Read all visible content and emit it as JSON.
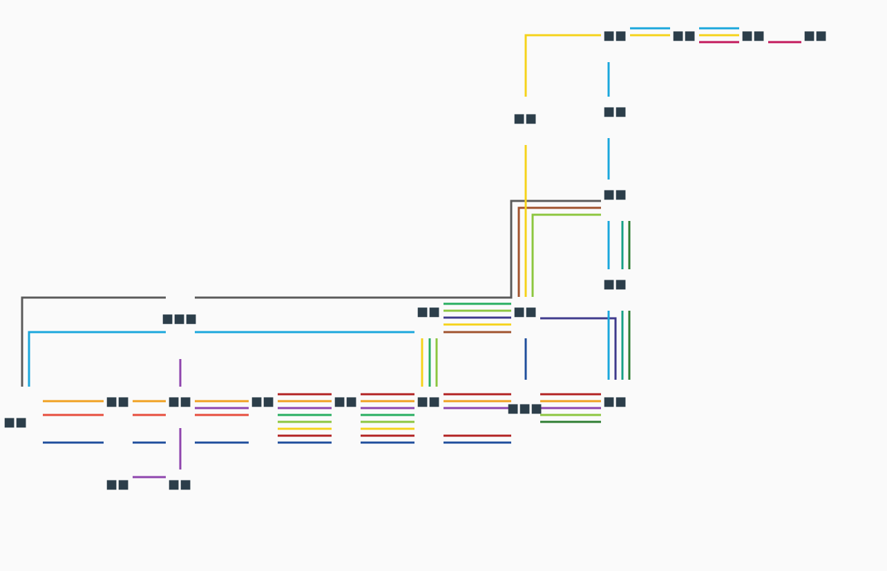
{
  "diagram": {
    "type": "transit-map",
    "background": "#fafafa",
    "label_color": "#2c3e4a",
    "station_glyph": "■",
    "lines": [
      {
        "id": "orange",
        "color": "#f0a020"
      },
      {
        "id": "red",
        "color": "#e74c3c"
      },
      {
        "id": "dark-blue",
        "color": "#1f4e9c"
      },
      {
        "id": "purple",
        "color": "#8e44ad"
      },
      {
        "id": "dark-red",
        "color": "#b22222"
      },
      {
        "id": "green",
        "color": "#27ae60"
      },
      {
        "id": "lime",
        "color": "#8cc63f"
      },
      {
        "id": "yellow",
        "color": "#f5d31a"
      },
      {
        "id": "cyan",
        "color": "#1aa7dc"
      },
      {
        "id": "gray",
        "color": "#5a5a5a"
      },
      {
        "id": "brown",
        "color": "#a0522d"
      },
      {
        "id": "magenta",
        "color": "#c2185b"
      },
      {
        "id": "teal",
        "color": "#16a085"
      },
      {
        "id": "indigo",
        "color": "#3f3a8c"
      },
      {
        "id": "forest",
        "color": "#2e7d32"
      }
    ],
    "stations": [
      {
        "id": "s-west",
        "label": "■■"
      },
      {
        "id": "s-a",
        "label": "■■"
      },
      {
        "id": "s-b",
        "label": "■■"
      },
      {
        "id": "s-b-north",
        "label": "■■■"
      },
      {
        "id": "s-c",
        "label": "■■"
      },
      {
        "id": "s-d",
        "label": "■■"
      },
      {
        "id": "s-e",
        "label": "■■"
      },
      {
        "id": "s-e-north",
        "label": "■■"
      },
      {
        "id": "s-f",
        "label": "■■■"
      },
      {
        "id": "s-f-north",
        "label": "■■"
      },
      {
        "id": "s-g",
        "label": "■■"
      },
      {
        "id": "s-sw1",
        "label": "■■"
      },
      {
        "id": "s-sw2",
        "label": "■■"
      },
      {
        "id": "s-n1",
        "label": "■■"
      },
      {
        "id": "s-n2",
        "label": "■■"
      },
      {
        "id": "s-n3",
        "label": "■■"
      },
      {
        "id": "s-n4",
        "label": "■■"
      },
      {
        "id": "s-yellow-mid",
        "label": "■■"
      },
      {
        "id": "s-t1",
        "label": "■■"
      },
      {
        "id": "s-t2",
        "label": "■■"
      },
      {
        "id": "s-t3",
        "label": "■■"
      }
    ]
  }
}
